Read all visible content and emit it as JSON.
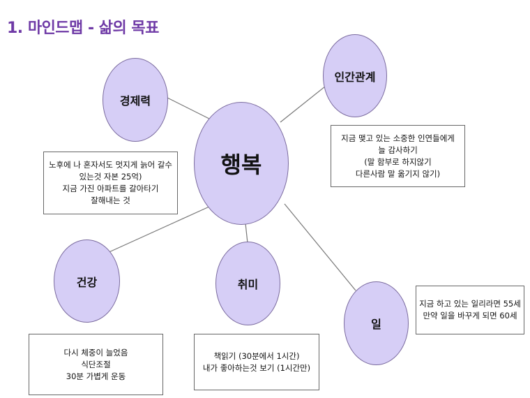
{
  "title": "1. 마인드맵 - 삶의 목표",
  "colors": {
    "title": "#6f3aa6",
    "node_fill": "#d6cef6",
    "node_border": "#7a6a9e",
    "line": "#777777"
  },
  "center": {
    "label": "행복"
  },
  "nodes": {
    "economy": "경제력",
    "relations": "인간관계",
    "health": "건강",
    "hobby": "취미",
    "work": "일"
  },
  "notes": {
    "economy": [
      "노후에 나 혼자서도 멋지게 늙어 갈수",
      "있는것 자본 25억)",
      "지금 가진 아파트를 갈아타기",
      "잘해내는 것"
    ],
    "relations": [
      "지금 맺고 있는 소중한 인연들에게",
      "늘 감사하기",
      "(말 함부로 하지않기",
      "다른사람 말 옮기지 않기)"
    ],
    "health": [
      "다시 체중이 늘었음",
      "식단조절",
      "30분 가볍게 운동"
    ],
    "hobby": [
      "책읽기 (30분에서 1시간)",
      "내가 좋아하는것 보기 (1시간만)"
    ],
    "work": [
      "지금 하고 있는 일리라면 55세",
      "만약 일을 바꾸게 되면 60세"
    ]
  }
}
